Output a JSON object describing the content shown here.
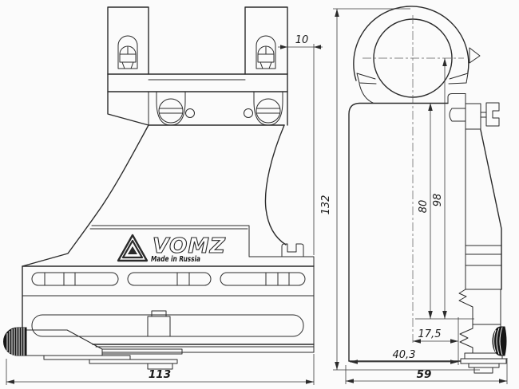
{
  "drawing": {
    "brand": "VOMZ",
    "origin": "Made in Russia",
    "dims": {
      "d10": "10",
      "d132": "132",
      "d98": "98",
      "d80": "80",
      "d17_5": "17,5",
      "d40_3": "40,3",
      "d59": "59",
      "d113": "113"
    },
    "colors": {
      "background": "#fbfbfb",
      "line": "#2b2b2b",
      "dimension_line": "#3a3a3a",
      "knob_fill": "#161616"
    }
  }
}
